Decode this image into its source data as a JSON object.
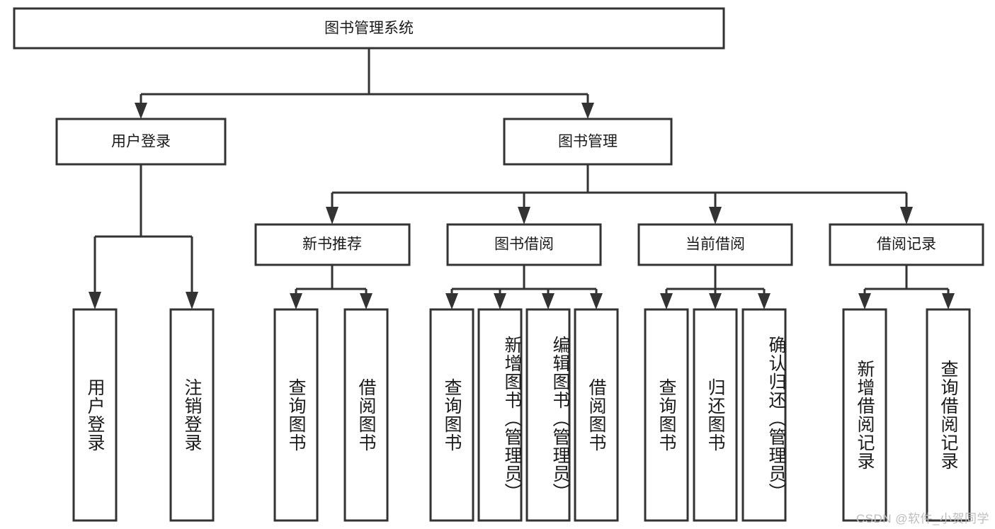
{
  "diagram": {
    "title": "图书管理系统",
    "type": "hierarchy-tree",
    "colors": {
      "box_stroke": "#333333",
      "box_fill": "#ffffff",
      "connector": "#333333",
      "text": "#1a1a1a",
      "watermark": "#bdbdbd",
      "background": "#ffffff"
    },
    "root": {
      "label": "图书管理系统"
    },
    "level2": [
      {
        "label": "用户登录"
      },
      {
        "label": "图书管理"
      }
    ],
    "level3": [
      {
        "label": "新书推荐"
      },
      {
        "label": "图书借阅"
      },
      {
        "label": "当前借阅"
      },
      {
        "label": "借阅记录"
      }
    ],
    "leaves": {
      "user_login": [
        {
          "label": "用户登录"
        },
        {
          "label": "注销登录"
        }
      ],
      "new_book_recommend": [
        {
          "label": "查询图书"
        },
        {
          "label": "借阅图书"
        }
      ],
      "book_borrow": [
        {
          "label": "查询图书"
        },
        {
          "label": "新增图书（管理员）"
        },
        {
          "label": "编辑图书（管理员）"
        },
        {
          "label": "借阅图书"
        }
      ],
      "current_borrow": [
        {
          "label": "查询图书"
        },
        {
          "label": "归还图书"
        },
        {
          "label": "确认归还（管理员）"
        }
      ],
      "borrow_records": [
        {
          "label": "新增借阅记录"
        },
        {
          "label": "查询借阅记录"
        }
      ]
    }
  },
  "watermark": {
    "text": "CSDN @软件_小贺同学"
  }
}
